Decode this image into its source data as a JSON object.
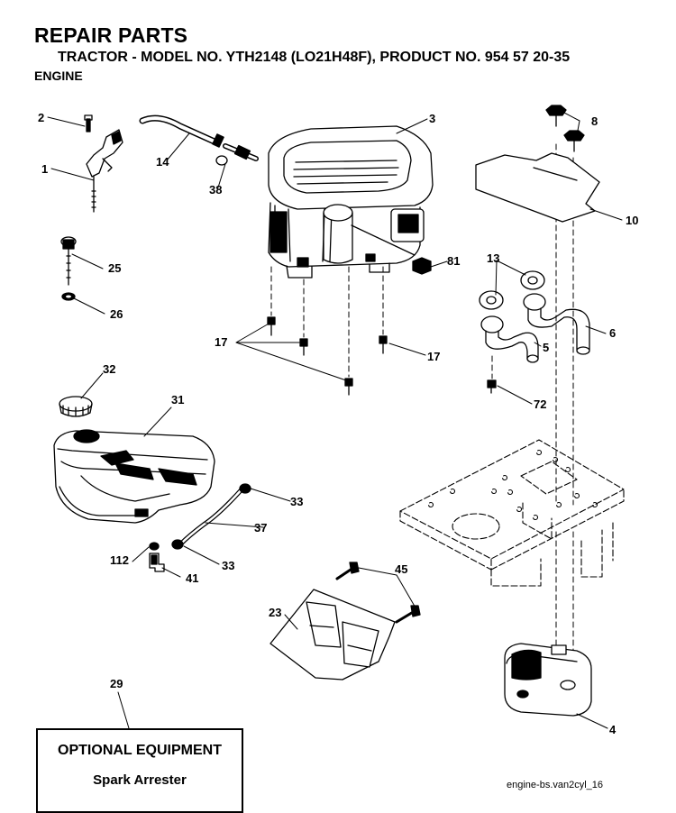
{
  "header": {
    "title": "REPAIR PARTS",
    "subtitle": "TRACTOR - MODEL NO. YTH2148 (LO21H48F), PRODUCT NO. 954 57 20-35",
    "section": "ENGINE"
  },
  "callouts": [
    "1",
    "2",
    "3",
    "4",
    "5",
    "6",
    "8",
    "10",
    "13",
    "14",
    "17",
    "17",
    "23",
    "25",
    "26",
    "29",
    "31",
    "32",
    "33",
    "33",
    "37",
    "38",
    "41",
    "45",
    "72",
    "81",
    "112"
  ],
  "optional_equipment": {
    "title": "OPTIONAL EQUIPMENT",
    "item": "Spark Arrester"
  },
  "footer_code": "engine-bs.van2cyl_16"
}
